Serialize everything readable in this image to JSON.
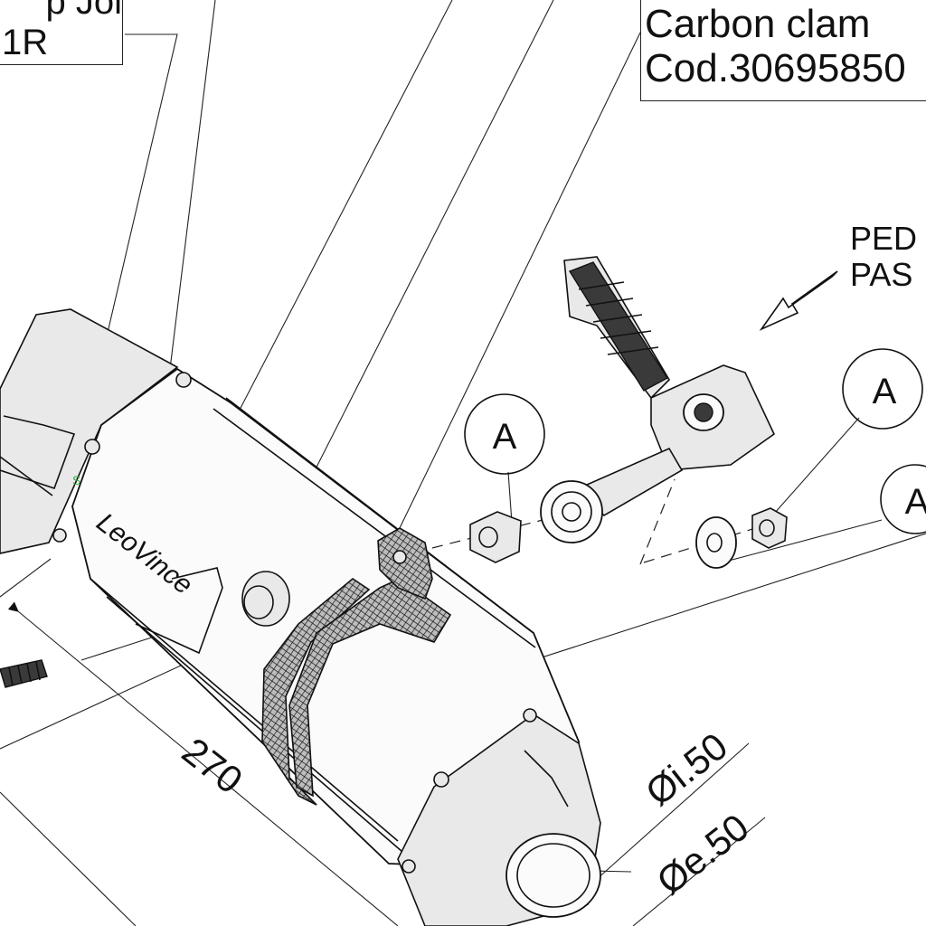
{
  "callouts": {
    "top_left_line1": "p Jol",
    "top_left_line2": "1R",
    "carbon_clamp_name": "Carbon clam",
    "carbon_clamp_code": "Cod.30695850",
    "footpeg_line1": "PED",
    "footpeg_line2": "PAS"
  },
  "detail_markers": {
    "marker_a_center": "A",
    "marker_a_right_top": "A",
    "marker_a_right_bottom": "A"
  },
  "dimensions": {
    "length": "270",
    "inner_diameter": "Øi.50",
    "outer_diameter": "Øe.50"
  },
  "branding": {
    "logo_text": "LeoVince",
    "small_mark": "S"
  },
  "colors": {
    "line": "#111111",
    "background": "#ffffff",
    "accent_mark": "#3cb043"
  }
}
